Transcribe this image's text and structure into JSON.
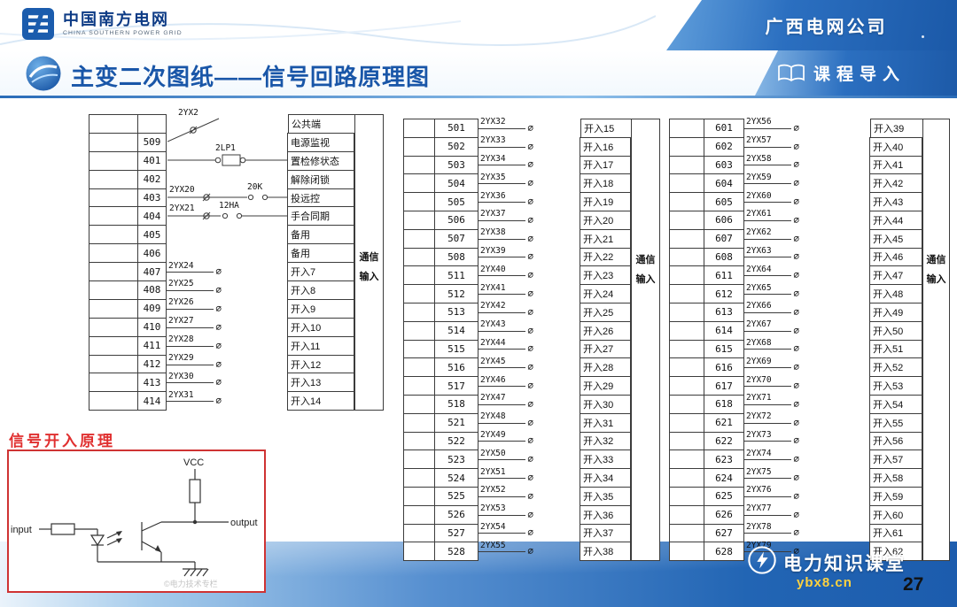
{
  "header": {
    "logo_title": "中国南方电网",
    "logo_subtitle": "CHINA SOUTHERN POWER GRID",
    "company": "广西电网公司"
  },
  "title_bar": {
    "title": "主变二次图纸——信号回路原理图",
    "badge": "课程导入"
  },
  "diagram": {
    "wire_marker": "⌀",
    "comm_top": "通信",
    "comm_bottom": "输入",
    "strip1": {
      "terminals": [
        "",
        "509",
        "401",
        "402",
        "403",
        "404",
        "405",
        "406",
        "407",
        "408",
        "409",
        "410",
        "411",
        "412",
        "413",
        "414"
      ],
      "wires": [
        "",
        "",
        "",
        "",
        "",
        "",
        "",
        "",
        "2YX24",
        "2YX25",
        "2YX26",
        "2YX27",
        "2YX28",
        "2YX29",
        "2YX30",
        "2YX31"
      ]
    },
    "strip1_special": {
      "top": "2YX2",
      "link": "2LP1",
      "wire20": "2YX20",
      "contact20": "20K",
      "wire21": "2YX21",
      "contact21": "12HA"
    },
    "device1": {
      "rows": [
        "公共端",
        "电源监视",
        "置检修状态",
        "解除闭锁",
        "投远控",
        "手合同期",
        "备用",
        "备用",
        "开入7",
        "开入8",
        "开入9",
        "开入10",
        "开入11",
        "开入12",
        "开入13",
        "开入14"
      ]
    },
    "strip2": {
      "terminals": [
        "501",
        "502",
        "503",
        "504",
        "505",
        "506",
        "507",
        "508",
        "511",
        "512",
        "513",
        "514",
        "515",
        "516",
        "517",
        "518",
        "521",
        "522",
        "523",
        "524",
        "525",
        "526",
        "527",
        "528"
      ],
      "wires": [
        "2YX32",
        "2YX33",
        "2YX34",
        "2YX35",
        "2YX36",
        "2YX37",
        "2YX38",
        "2YX39",
        "2YX40",
        "2YX41",
        "2YX42",
        "2YX43",
        "2YX44",
        "2YX45",
        "2YX46",
        "2YX47",
        "2YX48",
        "2YX49",
        "2YX50",
        "2YX51",
        "2YX52",
        "2YX53",
        "2YX54",
        "2YX55"
      ]
    },
    "device2": {
      "rows": [
        "开入15",
        "开入16",
        "开入17",
        "开入18",
        "开入19",
        "开入20",
        "开入21",
        "开入22",
        "开入23",
        "开入24",
        "开入25",
        "开入26",
        "开入27",
        "开入28",
        "开入29",
        "开入30",
        "开入31",
        "开入32",
        "开入33",
        "开入34",
        "开入35",
        "开入36",
        "开入37",
        "开入38"
      ]
    },
    "strip3": {
      "terminals": [
        "601",
        "602",
        "603",
        "604",
        "605",
        "606",
        "607",
        "608",
        "611",
        "612",
        "613",
        "614",
        "615",
        "616",
        "617",
        "618",
        "621",
        "622",
        "623",
        "624",
        "625",
        "626",
        "627",
        "628"
      ],
      "wires": [
        "2YX56",
        "2YX57",
        "2YX58",
        "2YX59",
        "2YX60",
        "2YX61",
        "2YX62",
        "2YX63",
        "2YX64",
        "2YX65",
        "2YX66",
        "2YX67",
        "2YX68",
        "2YX69",
        "2YX70",
        "2YX71",
        "2YX72",
        "2YX73",
        "2YX74",
        "2YX75",
        "2YX76",
        "2YX77",
        "2YX78",
        "2YX79"
      ]
    },
    "device3": {
      "rows": [
        "开入39",
        "开入40",
        "开入41",
        "开入42",
        "开入43",
        "开入44",
        "开入45",
        "开入46",
        "开入47",
        "开入48",
        "开入49",
        "开入50",
        "开入51",
        "开入52",
        "开入53",
        "开入54",
        "开入55",
        "开入56",
        "开入57",
        "开入58",
        "开入59",
        "开入60",
        "开入61",
        "开入62"
      ]
    }
  },
  "principle": {
    "heading": "信号开入原理",
    "vcc": "VCC",
    "input": "input",
    "output": "output",
    "watermark": "©电力技术专栏"
  },
  "footer": {
    "brand": "电力知识课堂",
    "url": "ybx8.cn",
    "page": "27"
  }
}
